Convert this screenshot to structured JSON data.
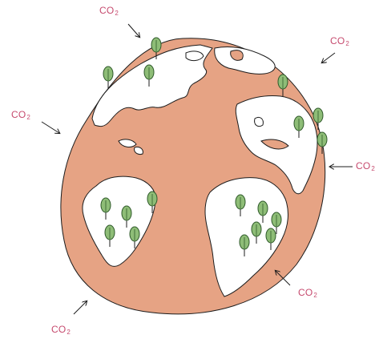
{
  "illustration": {
    "co2_labels": [
      {
        "id": "top-left",
        "text": "CO",
        "sub": "2"
      },
      {
        "id": "top-right",
        "text": "CO",
        "sub": "2"
      },
      {
        "id": "left",
        "text": "CO",
        "sub": "2"
      },
      {
        "id": "right",
        "text": "CO",
        "sub": "2"
      },
      {
        "id": "bottom-right",
        "text": "CO",
        "sub": "2"
      },
      {
        "id": "bottom-left",
        "text": "CO",
        "sub": "2"
      }
    ],
    "colors": {
      "ocean": "#e6a384",
      "land": "#ffffff",
      "outline": "#1c1c1c",
      "tree_leaf": "#8ebd77",
      "tree_leaf_edge": "#2f5a2a",
      "co2_text": "#c64a6e"
    }
  }
}
